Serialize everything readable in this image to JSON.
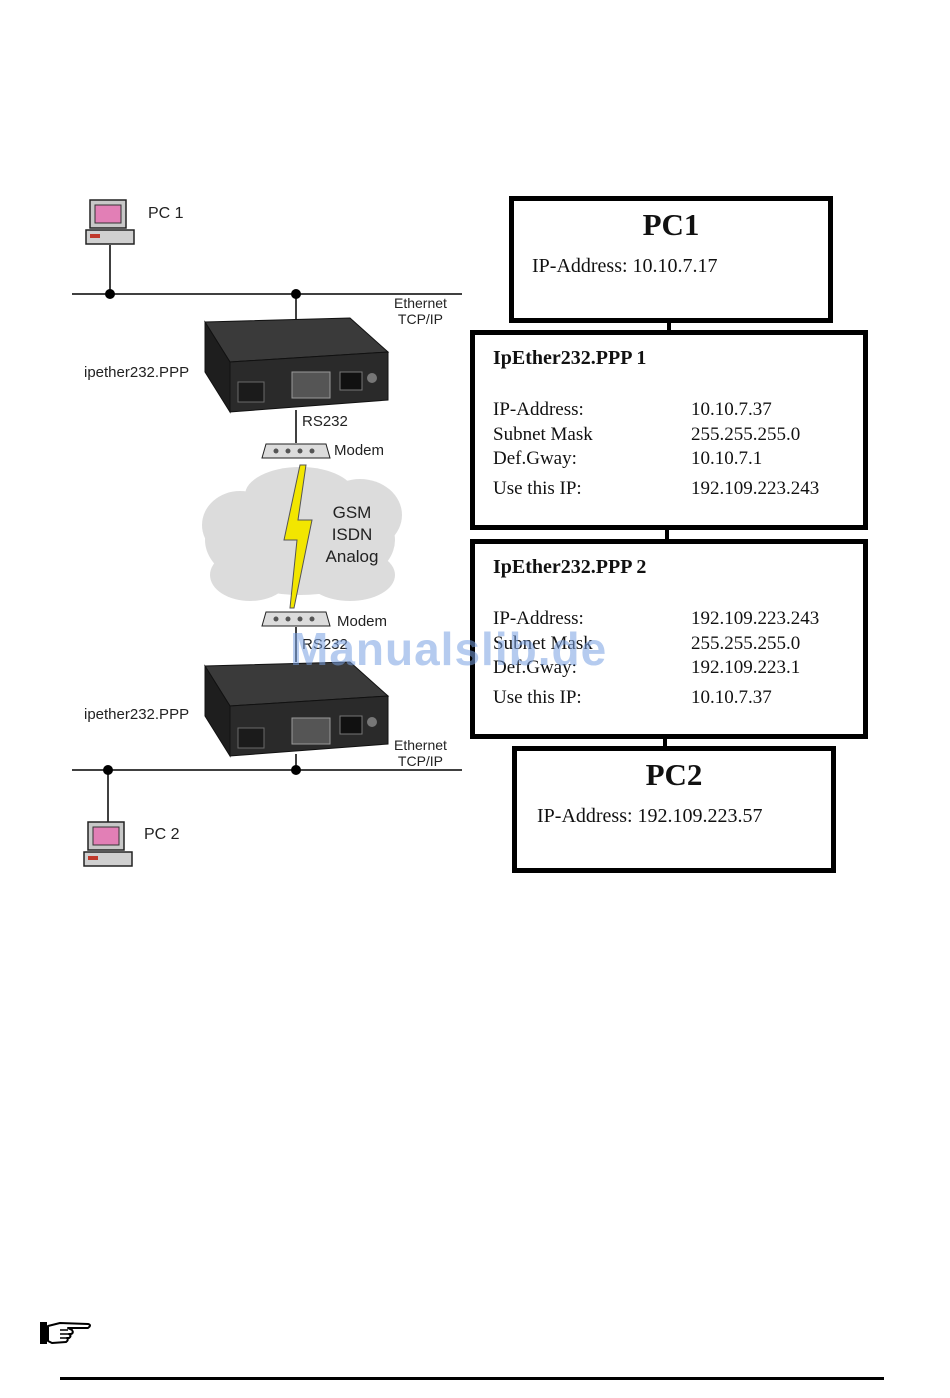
{
  "left_diagram": {
    "pc1_label": "PC 1",
    "pc2_label": "PC 2",
    "device_top_label": "ipether232.PPP",
    "device_bottom_label": "ipether232.PPP",
    "ethernet_top": [
      "Ethernet",
      "TCP/IP"
    ],
    "ethernet_bottom": [
      "Ethernet",
      "TCP/IP"
    ],
    "rs232_top": "RS232",
    "rs232_bottom": "RS232",
    "modem_top": "Modem",
    "modem_bottom": "Modem",
    "cloud_lines": [
      "GSM",
      "ISDN",
      "Analog"
    ]
  },
  "right_diagram": {
    "pc1": {
      "title": "PC1",
      "ip_text": "IP-Address: 10.10.7.17"
    },
    "ppp1": {
      "title": "IpEther232.PPP 1",
      "rows": [
        {
          "label": "IP-Address:",
          "value": "10.10.7.37"
        },
        {
          "label": "Subnet Mask",
          "value": "255.255.255.0"
        },
        {
          "label": "Def.Gway:",
          "value": "10.10.7.1"
        },
        {
          "label": "Use this IP:",
          "value": "192.109.223.243"
        }
      ]
    },
    "ppp2": {
      "title": "IpEther232.PPP 2",
      "rows": [
        {
          "label": "IP-Address:",
          "value": "192.109.223.243"
        },
        {
          "label": "Subnet Mask",
          "value": "255.255.255.0"
        },
        {
          "label": "Def.Gway:",
          "value": "192.109.223.1"
        },
        {
          "label": "Use this IP:",
          "value": "10.10.7.37"
        }
      ]
    },
    "pc2": {
      "title": "PC2",
      "ip_text": "IP-Address: 192.109.223.57"
    }
  },
  "watermark": "Manualslib.de",
  "icons": {
    "note": "pointing-hand-icon",
    "lightning": "lightning-bolt-icon"
  },
  "colors": {
    "lightning": "#f2e600",
    "cloud": "#d7d7d7",
    "watermark": "#78a0e1"
  }
}
